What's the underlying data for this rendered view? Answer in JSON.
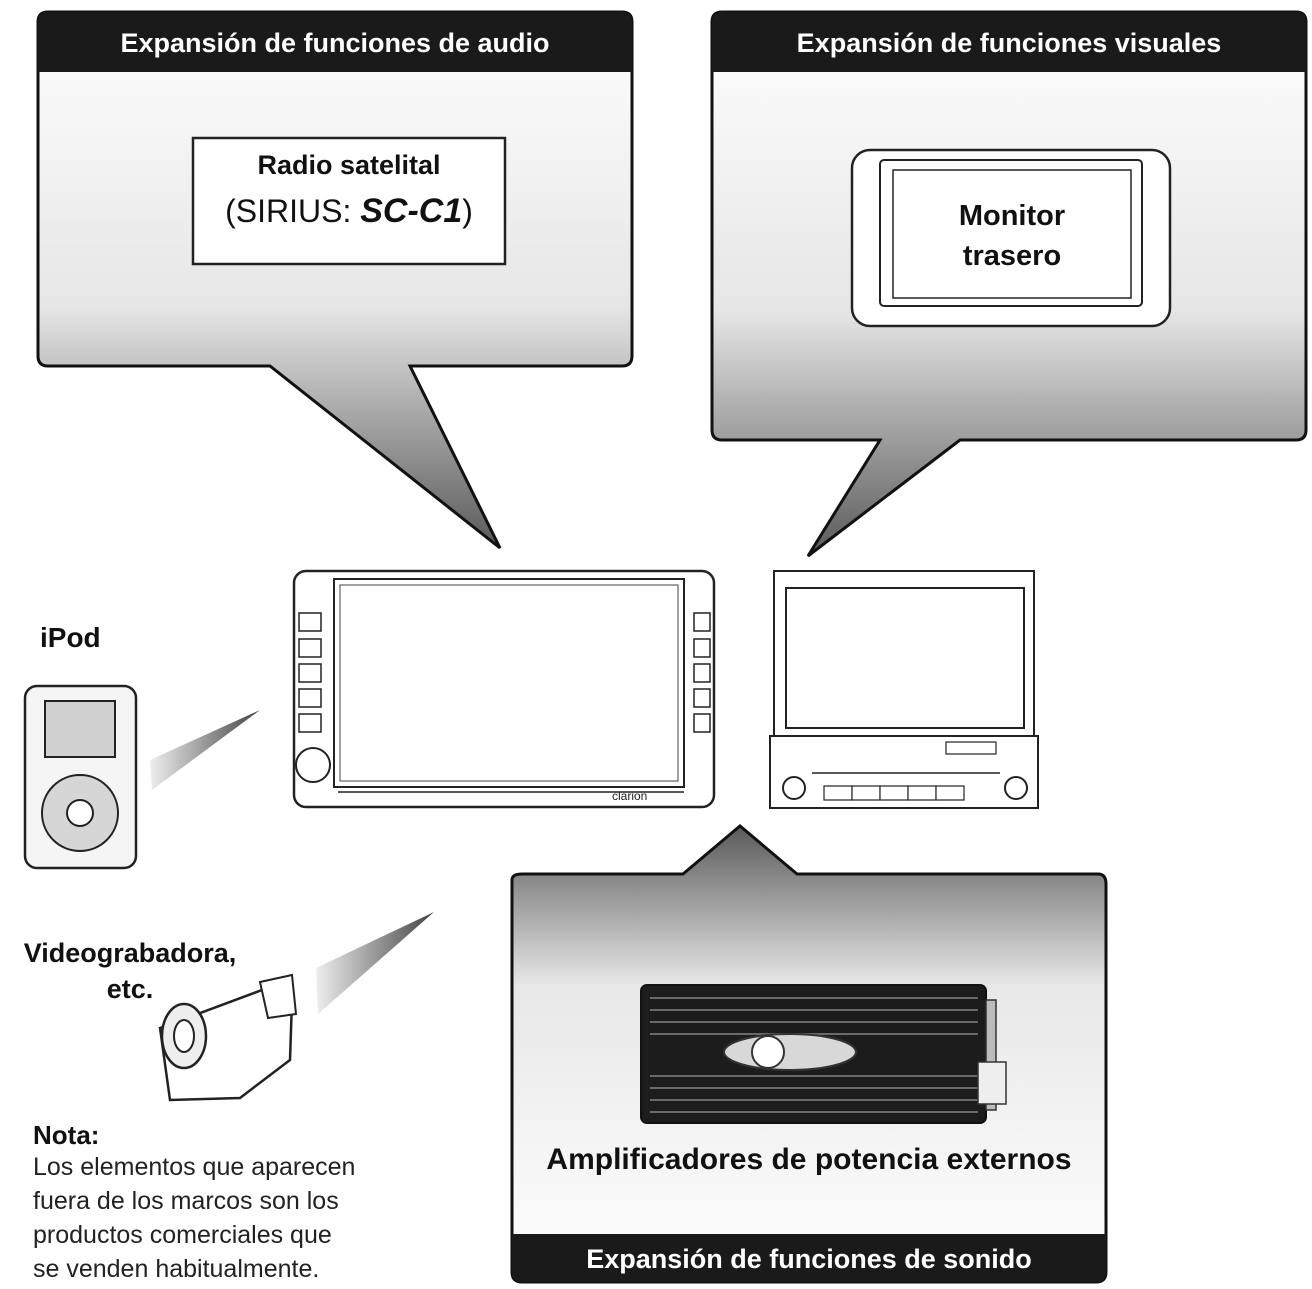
{
  "callouts": {
    "audio": {
      "title": "Expansión de funciones de audio",
      "product_line1": "Radio satelital",
      "product_line2_prefix": "(SIRIUS: ",
      "product_line2_model": "SC-C1",
      "product_line2_suffix": ")"
    },
    "visual": {
      "title": "Expansión de funciones visuales",
      "product_line1": "Monitor",
      "product_line2": "trasero"
    },
    "sound": {
      "title": "Expansión de funciones de sonido",
      "product": "Amplificadores de potencia externos"
    }
  },
  "devices": {
    "ipod": {
      "label": "iPod"
    },
    "camcorder": {
      "label_line1": "Videograbadora,",
      "label_line2": "etc."
    },
    "head_unit_brand": "clarion"
  },
  "note": {
    "title": "Nota:",
    "lines": [
      "Los elementos que aparecen",
      "fuera de los marcos son los",
      "productos comerciales que",
      "se venden habitualmente."
    ]
  }
}
